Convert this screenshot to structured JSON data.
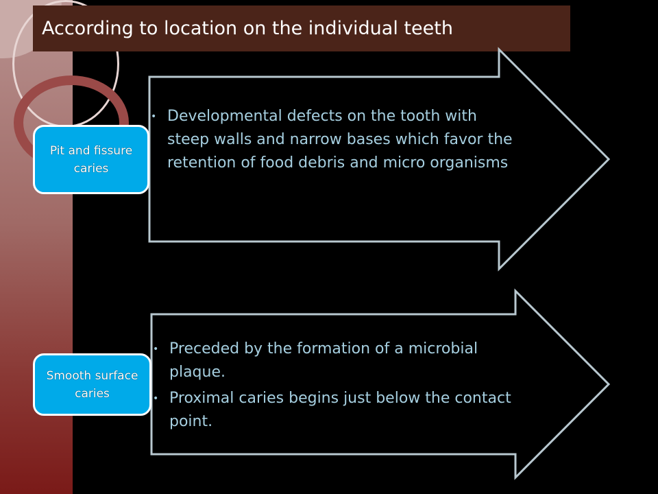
{
  "title": "According to location on the individual teeth",
  "sections": [
    {
      "label": "Pit and fissure caries",
      "bullets": [
        "Developmental defects on the tooth with steep walls and narrow bases which favor the retention of food debris and micro organisms"
      ]
    },
    {
      "label": "Smooth surface caries",
      "bullets": [
        "Preceded by the formation of a microbial plaque.",
        "Proximal caries begins just below the contact point."
      ]
    }
  ]
}
